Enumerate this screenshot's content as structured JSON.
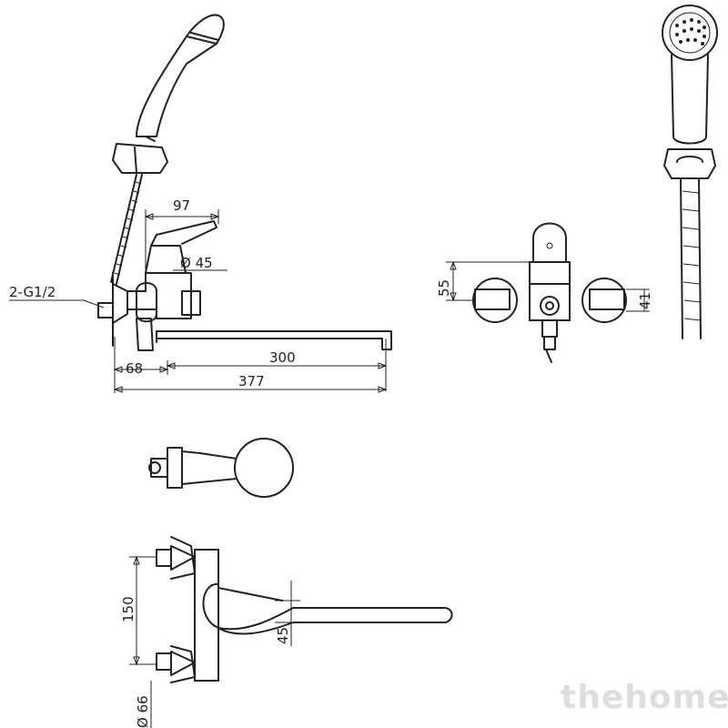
{
  "dimensions": {
    "d97": "97",
    "d45dia": "Ø 45",
    "thread": "2-G1/2",
    "d300": "300",
    "d68": "68",
    "d377": "377",
    "d55": "55",
    "d41": "41",
    "d150": "150",
    "d45": "45",
    "d66dia": "Ø 66"
  },
  "watermark": "thehome",
  "icons": {
    "shower_head": "shower-head-icon",
    "mixer": "mixer-body-icon",
    "spout": "spout-icon",
    "lever": "lever-handle-icon"
  }
}
